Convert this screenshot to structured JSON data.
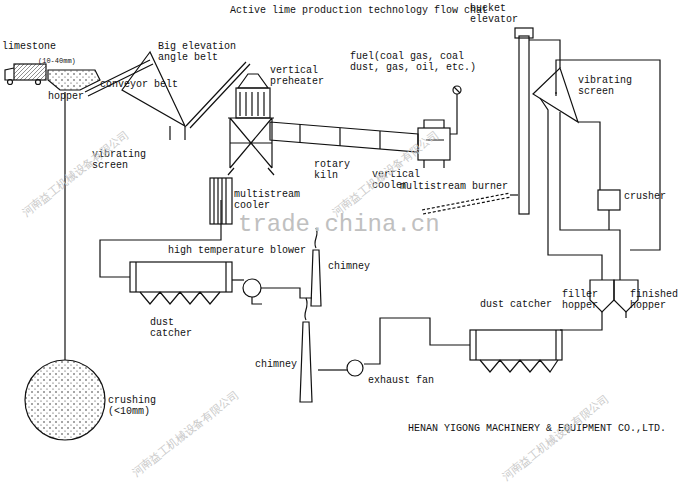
{
  "diagram": {
    "title": "Active lime production technology flow chat",
    "labels": [
      "limestone",
      "(10-40mm)",
      "hopper",
      "conveyor belt",
      "vibrating screen",
      "Big elevation angle belt",
      "vertical preheater",
      "fuel(coal gas, coal dust, gas, oil, etc.)",
      "bucket elevator",
      "vibrating screen",
      "rotary kiln",
      "vertical cooler",
      "multistream burner",
      "multistream cooler",
      "high temperature blower",
      "chimney",
      "dust catcher",
      "crusher",
      "filler hopper",
      "finished hopper",
      "dust catcher",
      "chimney",
      "exhaust fan",
      "crushing (<10mm)",
      "HENAN YIGONG MACHINERY & EQUIPMENT CO.,LTD.",
      "trade.china.cn",
      "河南益工机械设备有限公司",
      "河南益工机械设备有限公司",
      "河南益工机械设备有限公司",
      "河南益工机械设备有限公司"
    ]
  }
}
